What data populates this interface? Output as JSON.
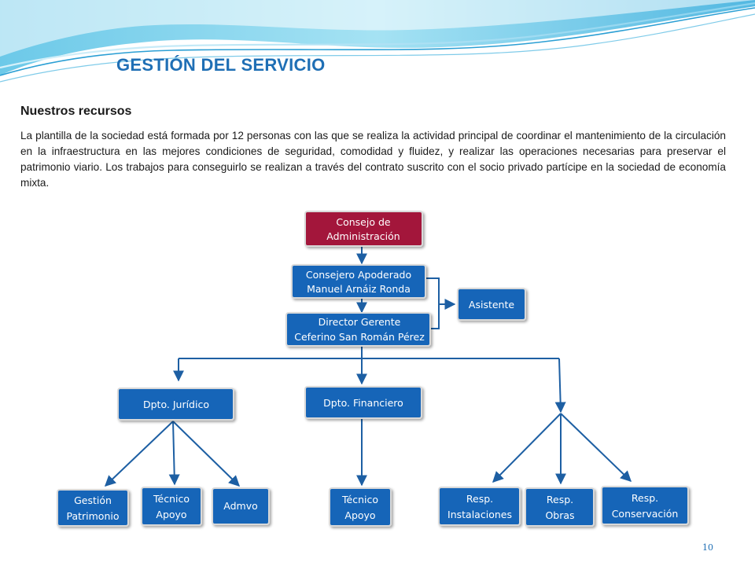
{
  "title": "GESTIÓN DEL SERVICIO",
  "section_heading": "Nuestros recursos",
  "intro_text": "La plantilla de la sociedad está formada por 12 personas con las que se realiza la actividad principal de coordinar el mantenimiento de la circulación en la infraestructura en las mejores condiciones de seguridad, comodidad y fluidez, y realizar las operaciones necesarias para preservar el patrimonio viario. Los trabajos para conseguirlo se realizan a través del contrato suscrito con el socio privado partícipe en la sociedad de economía mixta.",
  "page_number": "10",
  "colors": {
    "title": "#1f6fb5",
    "board_node": "#a3133a",
    "node": "#1565b8",
    "connector": "#1d5fa3"
  },
  "org_chart": {
    "board": {
      "line1": "Consejo de",
      "line2": "Administración"
    },
    "advisor": {
      "line1": "Consejero Apoderado",
      "line2": "Manuel Arnáiz Ronda"
    },
    "assistant": {
      "line1": "Asistente"
    },
    "director": {
      "line1": "Director Gerente",
      "line2": "Ceferino San Román Pérez"
    },
    "legal_dept": {
      "line1": "Dpto. Jurídico"
    },
    "finance_dept": {
      "line1": "Dpto. Financiero"
    },
    "legal_children": [
      {
        "line1": "Gestión",
        "line2": "Patrimonio"
      },
      {
        "line1": "Técnico",
        "line2": "Apoyo"
      },
      {
        "line1": "Admvo"
      }
    ],
    "finance_children": [
      {
        "line1": "Técnico",
        "line2": "Apoyo"
      }
    ],
    "managers": [
      {
        "line1": "Resp.",
        "line2": "Instalaciones"
      },
      {
        "line1": "Resp.",
        "line2": "Obras"
      },
      {
        "line1": "Resp.",
        "line2": "Conservación"
      }
    ]
  }
}
